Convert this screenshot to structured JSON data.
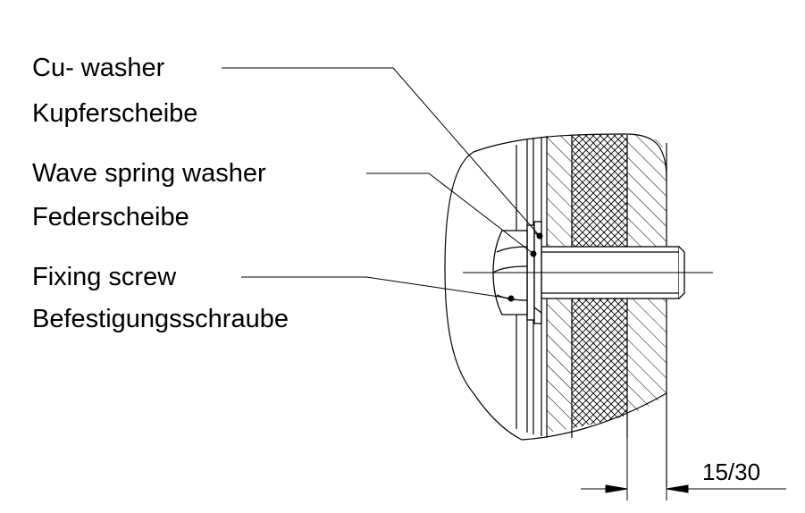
{
  "labels": {
    "cu_washer_en": "Cu- washer",
    "cu_washer_de": "Kupferscheibe",
    "wave_spring_en": "Wave spring washer",
    "wave_spring_de": "Federscheibe",
    "fixing_screw_en": "Fixing screw",
    "fixing_screw_de": "Befestigungsschraube"
  },
  "dimension": {
    "value": "15/30"
  },
  "colors": {
    "line": "#000000",
    "background": "#ffffff"
  }
}
